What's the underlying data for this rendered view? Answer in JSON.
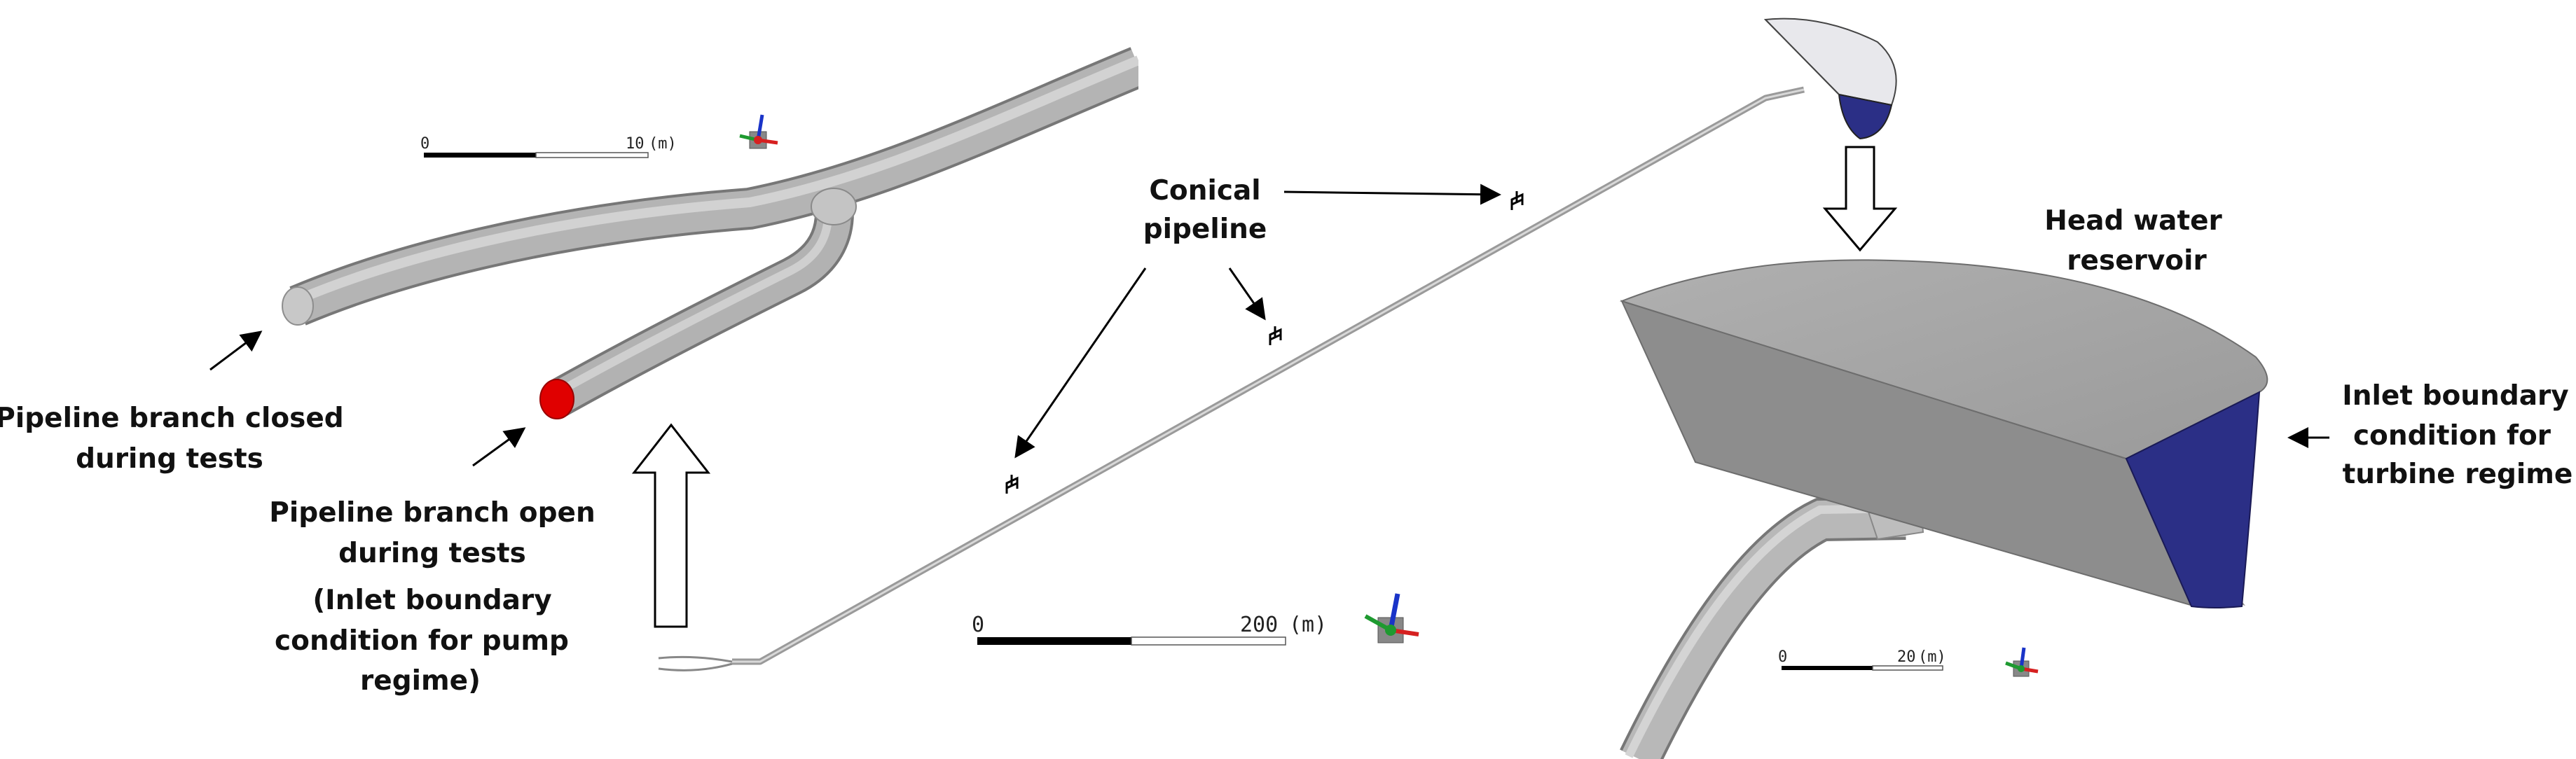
{
  "labels": {
    "closed_line1": "Pipeline branch closed",
    "closed_line2": "during tests",
    "open_line1": "Pipeline branch open",
    "open_line2": "during tests",
    "open_line3": "(Inlet boundary",
    "open_line4": "condition for pump",
    "open_line5": "regime)",
    "conical_line1": "Conical",
    "conical_line2": "pipeline",
    "head_line1": "Head water",
    "head_line2": "reservoir",
    "inlet_line1": "Inlet boundary",
    "inlet_line2": "condition for",
    "inlet_line3": "turbine regime"
  },
  "scale_bars": {
    "detail_left": {
      "zero": "0",
      "max": "10",
      "unit": "(m)"
    },
    "overview": {
      "zero": "0",
      "max": "200",
      "unit": "(m)"
    },
    "detail_right": {
      "zero": "0",
      "max": "20",
      "unit": "(m)"
    }
  },
  "colors": {
    "pipe": "#a7a7a7",
    "open_inlet": "#e00000",
    "inlet_face": "#2b2f86",
    "reservoir_top": "#a5a5a5",
    "reservoir_side": "#8d8d8d"
  },
  "icons": [
    "axis-triad-icon",
    "hollow-arrow-icon"
  ]
}
